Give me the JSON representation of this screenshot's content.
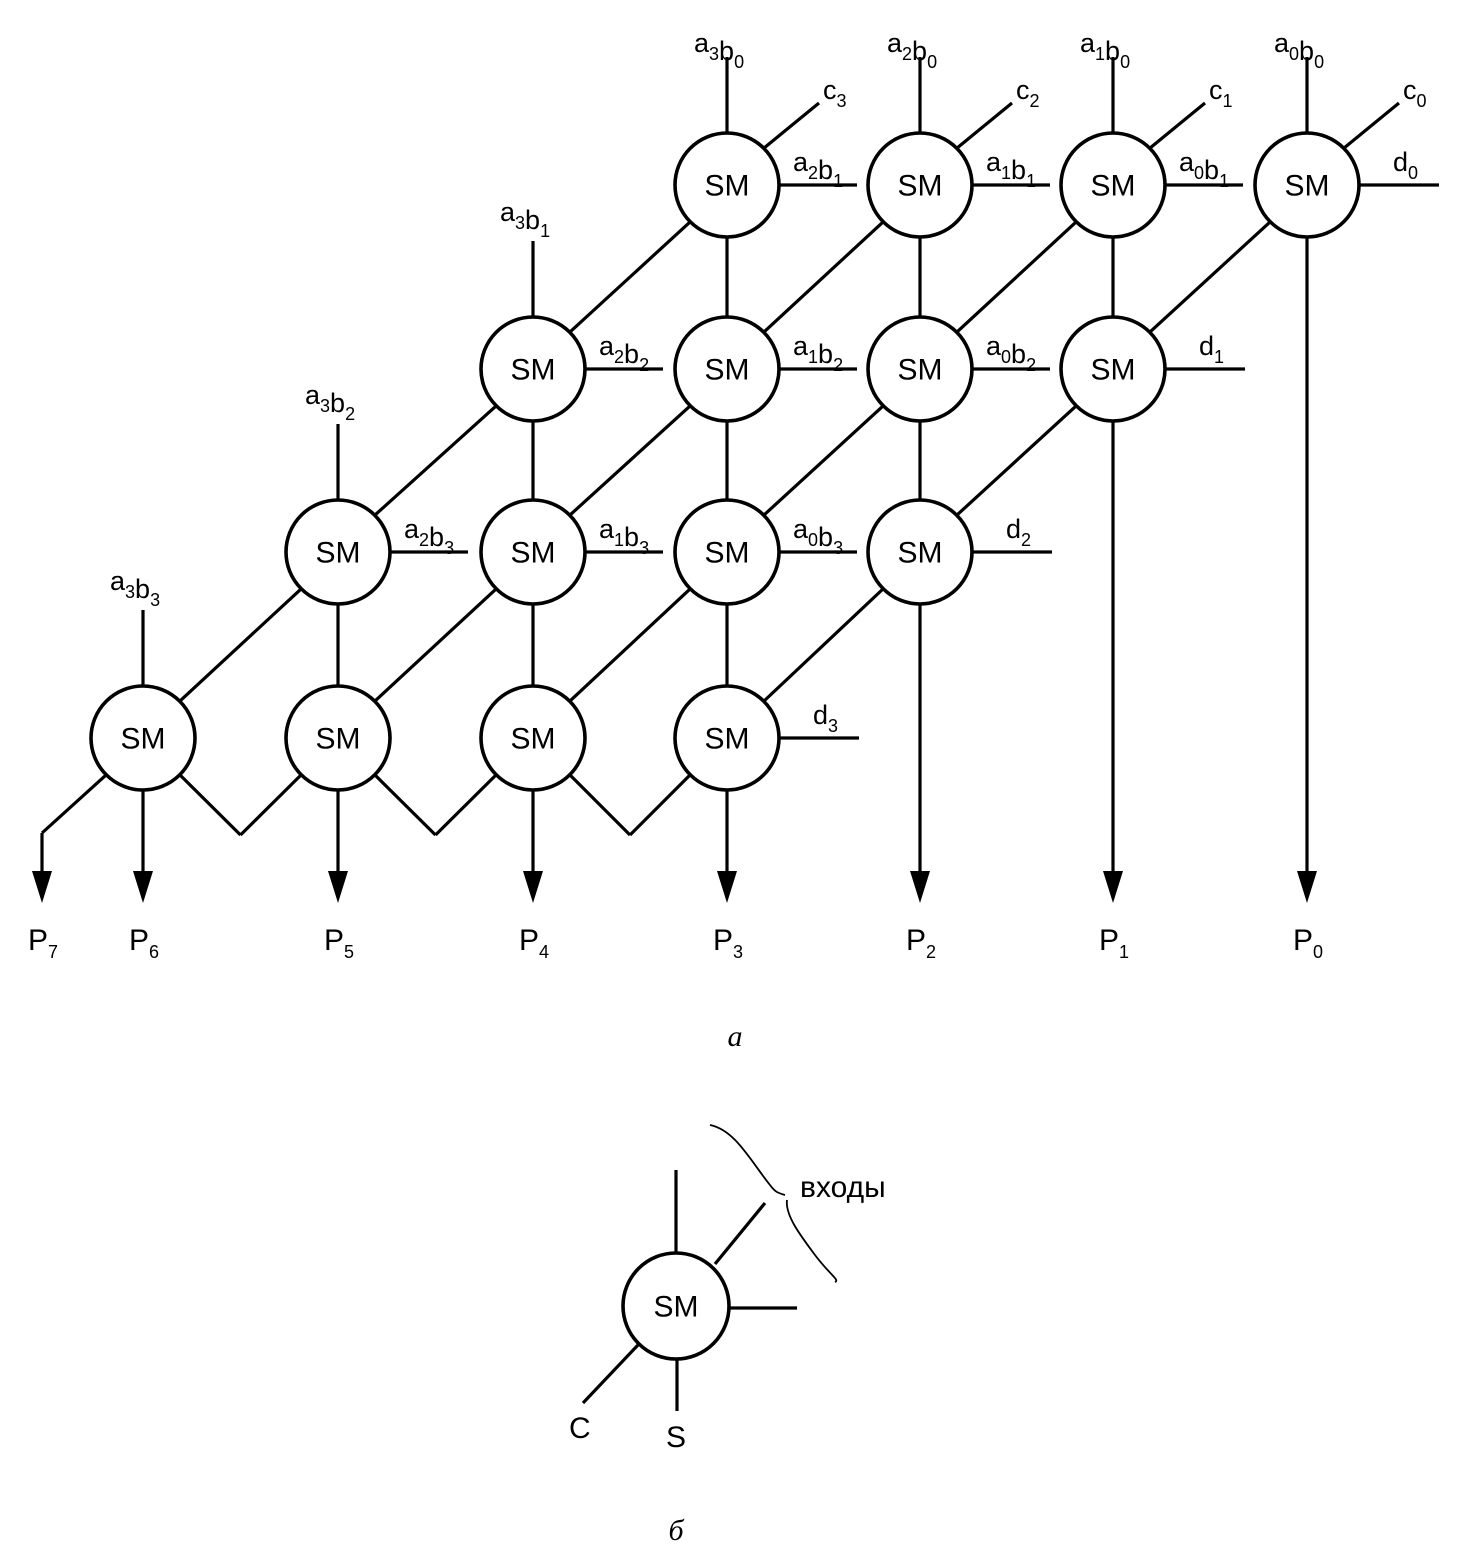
{
  "figure_a": {
    "caption": "а",
    "node_label": "SM",
    "rows": [
      {
        "row": 0,
        "left_input": "a3b0",
        "horizontal_inputs": [
          "a2b1",
          "a1b1",
          "a0b1"
        ],
        "right_input": "d0",
        "diagonal_inputs": [
          "c3",
          "c2",
          "c1",
          "c0"
        ]
      },
      {
        "row": 1,
        "left_input": "a3b1",
        "horizontal_inputs": [
          "a2b2",
          "a1b2",
          "a0b2"
        ],
        "right_input": "d1"
      },
      {
        "row": 2,
        "left_input": "a3b2",
        "horizontal_inputs": [
          "a2b3",
          "a1b3",
          "a0b3"
        ],
        "right_input": "d2"
      },
      {
        "row": 3,
        "left_input": "a3b3",
        "horizontal_inputs": [],
        "right_input": "d3"
      }
    ],
    "top_inputs": [
      "a3b0",
      "a2b0",
      "a1b0",
      "a0b0"
    ],
    "outputs": [
      "P7",
      "P6",
      "P5",
      "P4",
      "P3",
      "P2",
      "P1",
      "P0"
    ]
  },
  "figure_b": {
    "caption": "б",
    "node_label": "SM",
    "inputs_label": "входы",
    "carry_label": "C",
    "sum_label": "S"
  }
}
